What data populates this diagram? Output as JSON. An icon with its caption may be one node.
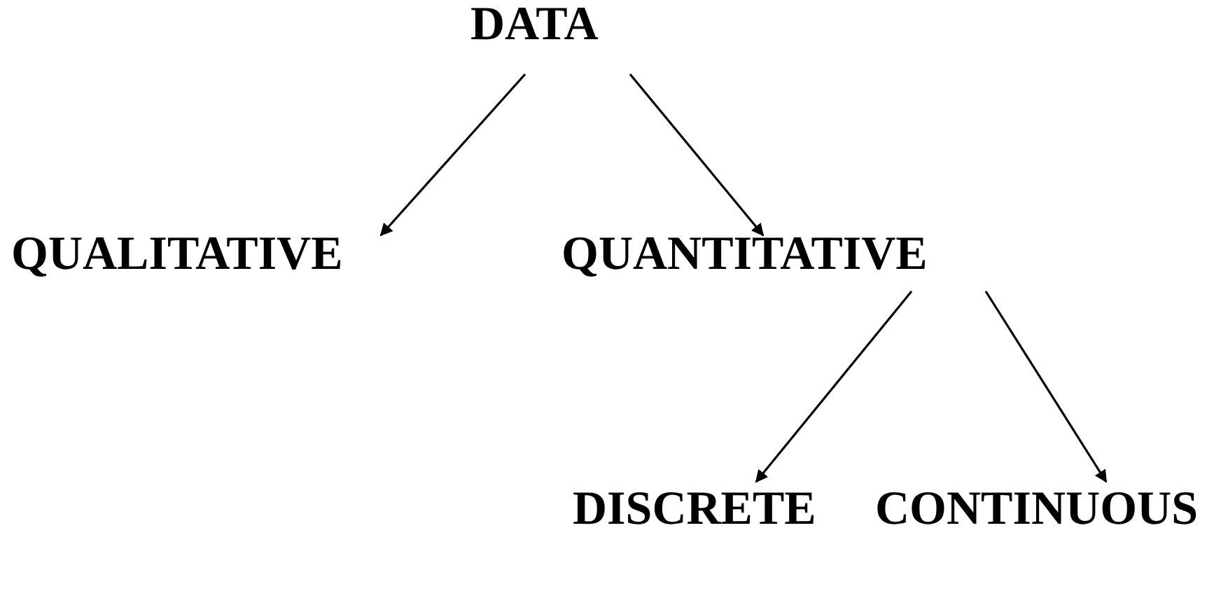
{
  "diagram": {
    "nodes": [
      {
        "text": [
          "DATA"
        ]
      },
      {
        "text": [
          "QUALITATIVE"
        ]
      },
      {
        "text": [
          "QUANTITATIVE"
        ]
      },
      {
        "text": [
          "DISCRETE"
        ]
      },
      {
        "text": [
          "CONTINUOUS"
        ]
      }
    ],
    "edges": [
      {
        "from": 0,
        "to": 1,
        "arrow": "to"
      },
      {
        "from": 0,
        "to": 2,
        "arrow": "to"
      },
      {
        "from": 2,
        "to": 3,
        "arrow": "to"
      },
      {
        "from": 2,
        "to": 4,
        "arrow": "to"
      }
    ]
  }
}
